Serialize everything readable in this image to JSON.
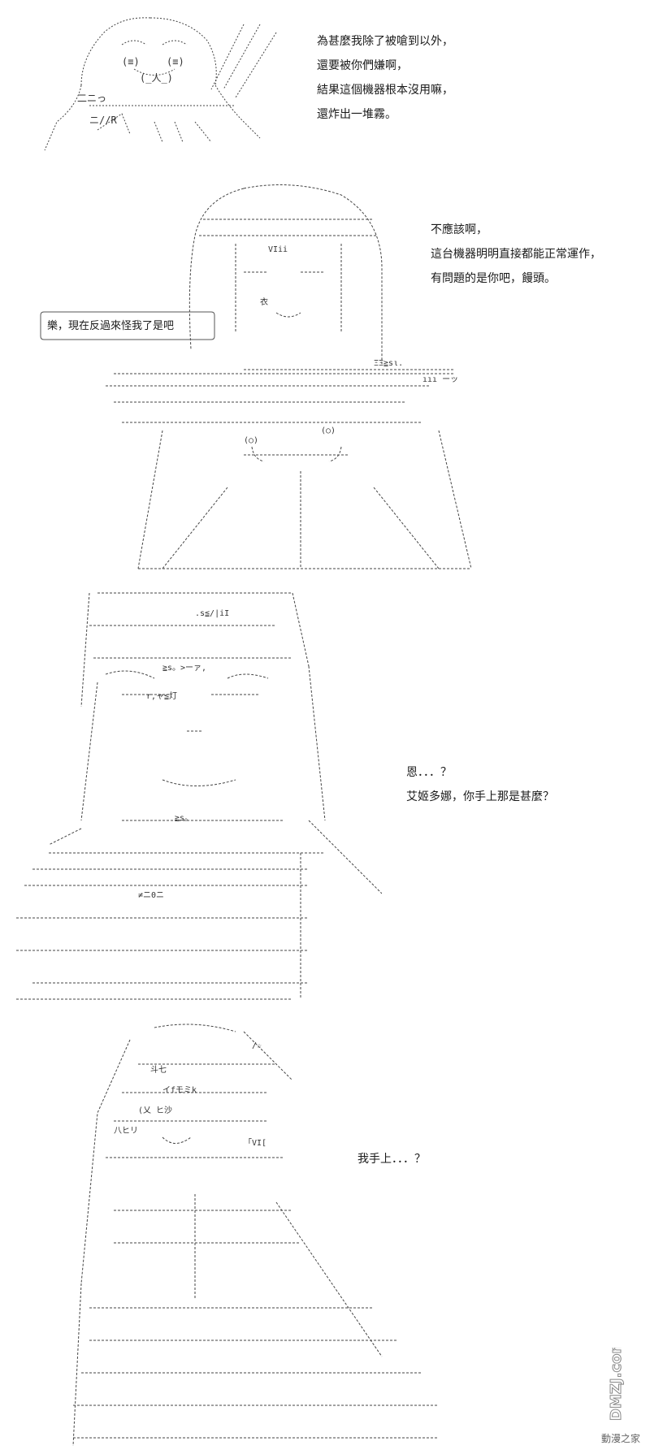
{
  "colors": {
    "background": "#ffffff",
    "ink": "#222222",
    "watermark": "#888888"
  },
  "panel1": {
    "dialogue": [
      "為甚麼我除了被嗆到以外，",
      "還要被你們嫌啊，",
      "結果這個機器根本沒用嘛，",
      "還炸出一堆霧。"
    ]
  },
  "panel2": {
    "dialogue": [
      "不應該啊，",
      "這台機器明明直接都能正常運作，",
      "有問題的是你吧，饅頭。"
    ],
    "bubble": "樂，現在反過來怪我了是吧"
  },
  "panel3": {
    "dialogue": [
      "恩．．．？",
      "艾姬多娜，你手上那是甚麼？"
    ]
  },
  "panel4": {
    "dialogue": [
      "我手上．．．？"
    ]
  },
  "watermark": {
    "logo": "DMZJ.com",
    "caption": "動漫之家"
  }
}
